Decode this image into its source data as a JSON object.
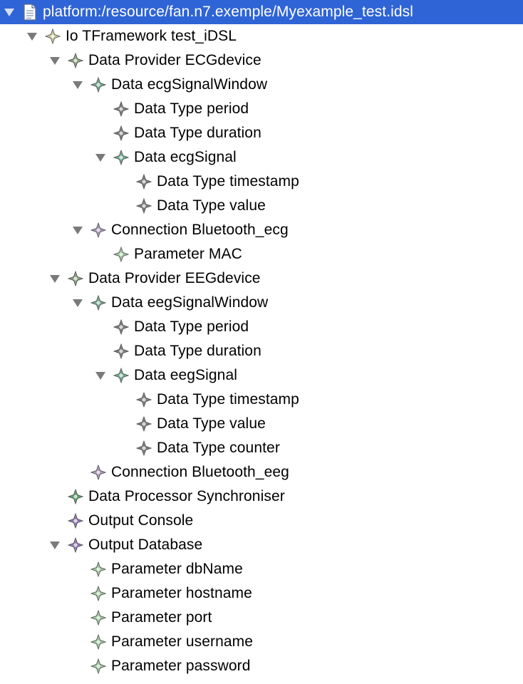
{
  "tree": {
    "root": {
      "label": "platform:/resource/fan.n7.exemple/Myexample_test.idsl",
      "icon": "file-icon",
      "expanded": true,
      "selected": true
    },
    "nodes": [
      {
        "label": "Io TFramework test_iDSL",
        "depth": 1,
        "expanded": true,
        "icon": "element-icon",
        "color": "#C9C79A"
      },
      {
        "label": "Data Provider ECGdevice",
        "depth": 2,
        "expanded": true,
        "icon": "element-icon",
        "color": "#8AA07C"
      },
      {
        "label": "Data ecgSignalWindow",
        "depth": 3,
        "expanded": true,
        "icon": "element-icon",
        "color": "#6FA88E"
      },
      {
        "label": "Data Type period",
        "depth": 4,
        "expanded": null,
        "icon": "element-icon",
        "color": "#7E7E7E"
      },
      {
        "label": "Data Type duration",
        "depth": 4,
        "expanded": null,
        "icon": "element-icon",
        "color": "#7E7E7E"
      },
      {
        "label": "Data ecgSignal",
        "depth": 4,
        "expanded": true,
        "icon": "element-icon",
        "color": "#6FA88E"
      },
      {
        "label": "Data Type timestamp",
        "depth": 5,
        "expanded": null,
        "icon": "element-icon",
        "color": "#7E7E7E"
      },
      {
        "label": "Data Type value",
        "depth": 5,
        "expanded": null,
        "icon": "element-icon",
        "color": "#7E7E7E"
      },
      {
        "label": "Connection Bluetooth_ecg",
        "depth": 3,
        "expanded": true,
        "icon": "element-icon",
        "color": "#A894B8"
      },
      {
        "label": "Parameter MAC",
        "depth": 4,
        "expanded": null,
        "icon": "element-icon",
        "color": "#9CC69A"
      },
      {
        "label": "Data Provider EEGdevice",
        "depth": 2,
        "expanded": true,
        "icon": "element-icon",
        "color": "#8AA07C"
      },
      {
        "label": "Data eegSignalWindow",
        "depth": 3,
        "expanded": true,
        "icon": "element-icon",
        "color": "#6FA88E"
      },
      {
        "label": "Data Type period",
        "depth": 4,
        "expanded": null,
        "icon": "element-icon",
        "color": "#7E7E7E"
      },
      {
        "label": "Data Type duration",
        "depth": 4,
        "expanded": null,
        "icon": "element-icon",
        "color": "#7E7E7E"
      },
      {
        "label": "Data eegSignal",
        "depth": 4,
        "expanded": true,
        "icon": "element-icon",
        "color": "#6FA88E"
      },
      {
        "label": "Data Type timestamp",
        "depth": 5,
        "expanded": null,
        "icon": "element-icon",
        "color": "#7E7E7E"
      },
      {
        "label": "Data Type value",
        "depth": 5,
        "expanded": null,
        "icon": "element-icon",
        "color": "#7E7E7E"
      },
      {
        "label": "Data Type counter",
        "depth": 5,
        "expanded": null,
        "icon": "element-icon",
        "color": "#7E7E7E"
      },
      {
        "label": "Connection Bluetooth_eeg",
        "depth": 3,
        "expanded": null,
        "icon": "element-icon",
        "color": "#A894B8"
      },
      {
        "label": "Data Processor Synchroniser",
        "depth": 2,
        "expanded": null,
        "icon": "element-icon",
        "color": "#5E9E6A"
      },
      {
        "label": "Output Console",
        "depth": 2,
        "expanded": null,
        "icon": "element-icon",
        "color": "#8E78B0"
      },
      {
        "label": "Output Database",
        "depth": 2,
        "expanded": true,
        "icon": "element-icon",
        "color": "#8E78B0"
      },
      {
        "label": "Parameter dbName",
        "depth": 3,
        "expanded": null,
        "icon": "element-icon",
        "color": "#9CC69A"
      },
      {
        "label": "Parameter hostname",
        "depth": 3,
        "expanded": null,
        "icon": "element-icon",
        "color": "#9CC69A"
      },
      {
        "label": "Parameter port",
        "depth": 3,
        "expanded": null,
        "icon": "element-icon",
        "color": "#9CC69A"
      },
      {
        "label": "Parameter username",
        "depth": 3,
        "expanded": null,
        "icon": "element-icon",
        "color": "#9CC69A"
      },
      {
        "label": "Parameter password",
        "depth": 3,
        "expanded": null,
        "icon": "element-icon",
        "color": "#9CC69A"
      }
    ]
  },
  "colors": {
    "selection": "#2F64D6",
    "twisty": "#7A7A7A",
    "twisty_selected": "#ffffff"
  }
}
